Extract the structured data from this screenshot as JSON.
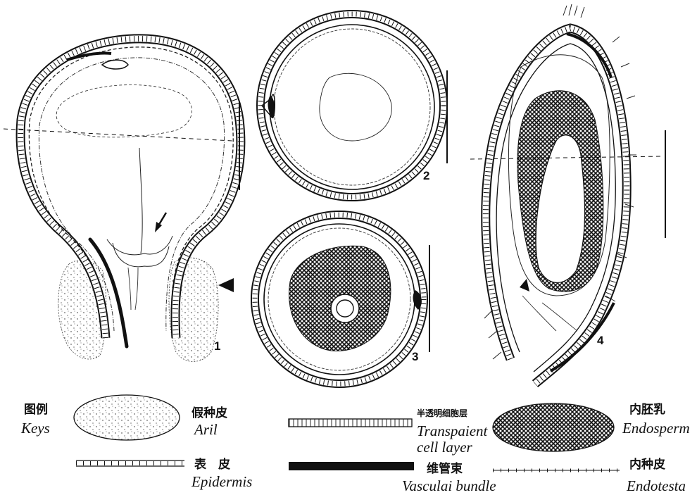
{
  "figures": [
    {
      "number": "1"
    },
    {
      "number": "2"
    },
    {
      "number": "3"
    },
    {
      "number": "4"
    }
  ],
  "legend": {
    "title_zh": "图例",
    "title_en": "Keys",
    "items": [
      {
        "zh": "假种皮",
        "en": "Aril"
      },
      {
        "zh": "半透明细胞层",
        "en_line1": "Transpaient",
        "en_line2": "cell layer"
      },
      {
        "zh": "内胚乳",
        "en": "Endosperm"
      },
      {
        "zh": "表　皮",
        "en": "Epidermis"
      },
      {
        "zh": "维管束",
        "en": "Vasculai bundle"
      },
      {
        "zh": "内种皮",
        "en": "Endotesta"
      }
    ]
  },
  "colors": {
    "ink": "#111111",
    "paper": "#ffffff"
  }
}
